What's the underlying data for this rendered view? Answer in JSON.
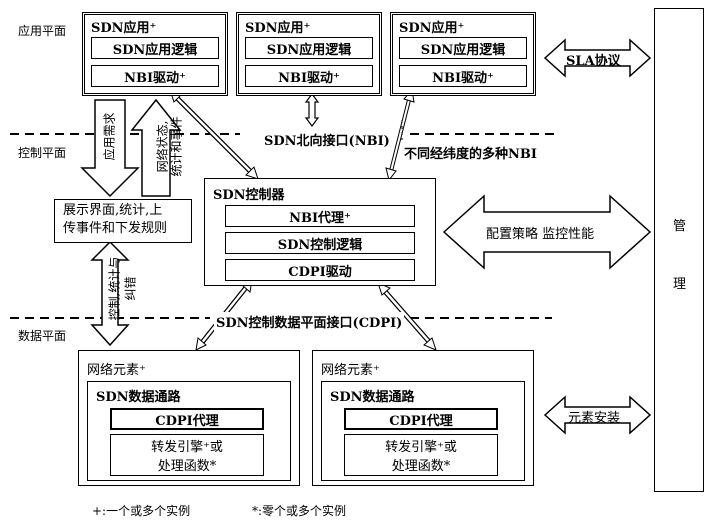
{
  "planes": {
    "app": "应用平面",
    "control": "控制平面",
    "data": "数据平面"
  },
  "apps": [
    {
      "title": "SDN应用⁺",
      "logic": "SDN应用逻辑",
      "driver": "NBI驱动⁺"
    },
    {
      "title": "SDN应用⁺",
      "logic": "SDN应用逻辑",
      "driver": "NBI驱动⁺"
    },
    {
      "title": "SDN应用⁺",
      "logic": "SDN应用逻辑",
      "driver": "NBI驱动⁺"
    }
  ],
  "sla": "SLA协议",
  "nbi_label": "SDN北向接口(NBI)",
  "nbi_multi": "不同经纬度的多种NBI",
  "app_req": "应用需求",
  "net_status": [
    "网络状态,",
    "统计和事件"
  ],
  "display_box": [
    "展示界面,统计,上",
    "传事件和下发规则"
  ],
  "control_fault": [
    "控制,统计与",
    "纠错"
  ],
  "controller": {
    "title": "SDN控制器",
    "nbi_agent": "NBI代理⁺",
    "logic": "SDN控制逻辑",
    "cdpi_driver": "CDPI驱动"
  },
  "config_policy": "配置策略 监控性能",
  "management": [
    "管",
    "理"
  ],
  "cdpi_label": "SDN控制数据平面接口(CDPI)",
  "network_elements": [
    {
      "title": "网络元素⁺",
      "datapath": "SDN数据通路",
      "agent": "CDPI代理",
      "engine": [
        "转发引擎⁺或",
        "处理函数*"
      ]
    },
    {
      "title": "网络元素⁺",
      "datapath": "SDN数据通路",
      "agent": "CDPI代理",
      "engine": [
        "转发引擎⁺或",
        "处理函数*"
      ]
    }
  ],
  "element_install": "元素安装",
  "legend": {
    "plus": "+:一个或多个实例",
    "star": "*:零个或多个实例"
  }
}
